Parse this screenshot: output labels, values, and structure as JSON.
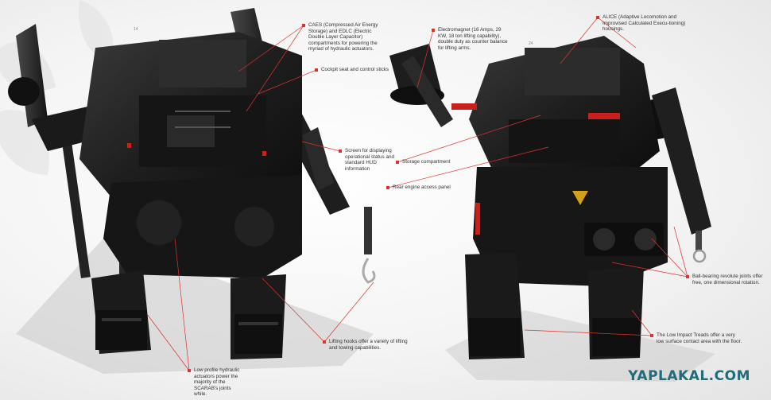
{
  "page_numbers": {
    "left": "14",
    "right": "24"
  },
  "callouts": {
    "caes": "CAES (Compressed Air Energy Storage) and EDLC (Electric Double Layer Capacitor) compartments for powering the myriad of hydraulic actuators.",
    "cockpit": "Cockpit seat and control sticks",
    "screen": "Screen for displaying operational status and standard HUD information",
    "hydraulic": "Low profile hydraulic actuators power the majority of the SCARAB's joints while.",
    "hooks": "Lifting hooks offer a variety of lifting and towing capabilities.",
    "magnet": "Electromagnet (16 Amps, 29 KW, 18 ton lifting capability), double duty as counter balance for lifting arms.",
    "storage": "Storage compartment",
    "rear_engine": "Rear engine access panel",
    "alice": "ALICE (Adaptive Locomotion and Improvised Calculated Execu-tioning) housings.",
    "bearings": "Ball-bearing revolute joints offer free, one dimensional rotation.",
    "treads": "The Low Impact Treads offer a very low surface contact area with the floor."
  },
  "watermark": "YAPLAKAL.COM",
  "colors": {
    "leader_line": "#e0322b",
    "robot_body": "#1c1c1c",
    "accent_red": "#c8201c",
    "watermark": "#1f6c7a"
  }
}
